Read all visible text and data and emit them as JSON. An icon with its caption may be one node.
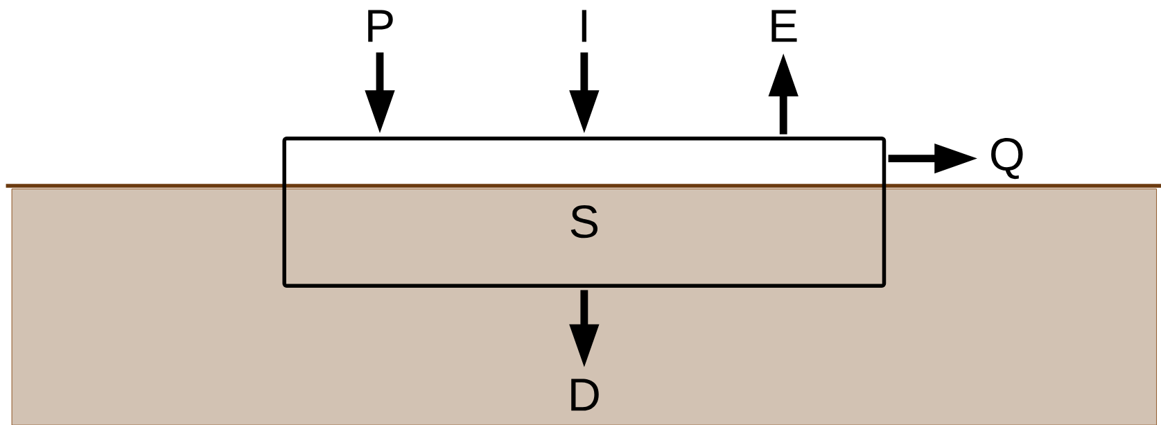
{
  "diagram": {
    "nodes": [
      {
        "text": [
          "P"
        ]
      },
      {
        "text": [
          "I"
        ]
      },
      {
        "text": [
          "E"
        ]
      },
      {
        "text": [
          "S"
        ]
      },
      {
        "text": [
          "Q"
        ]
      },
      {
        "text": [
          "D"
        ]
      }
    ],
    "edges": [
      {
        "from": 0,
        "to": 3,
        "arrow": "to"
      },
      {
        "from": 1,
        "to": 3,
        "arrow": "to"
      },
      {
        "from": 3,
        "to": 2,
        "arrow": "to"
      },
      {
        "from": 3,
        "to": 4,
        "arrow": "to"
      },
      {
        "from": 3,
        "to": 5,
        "arrow": "to"
      }
    ]
  }
}
